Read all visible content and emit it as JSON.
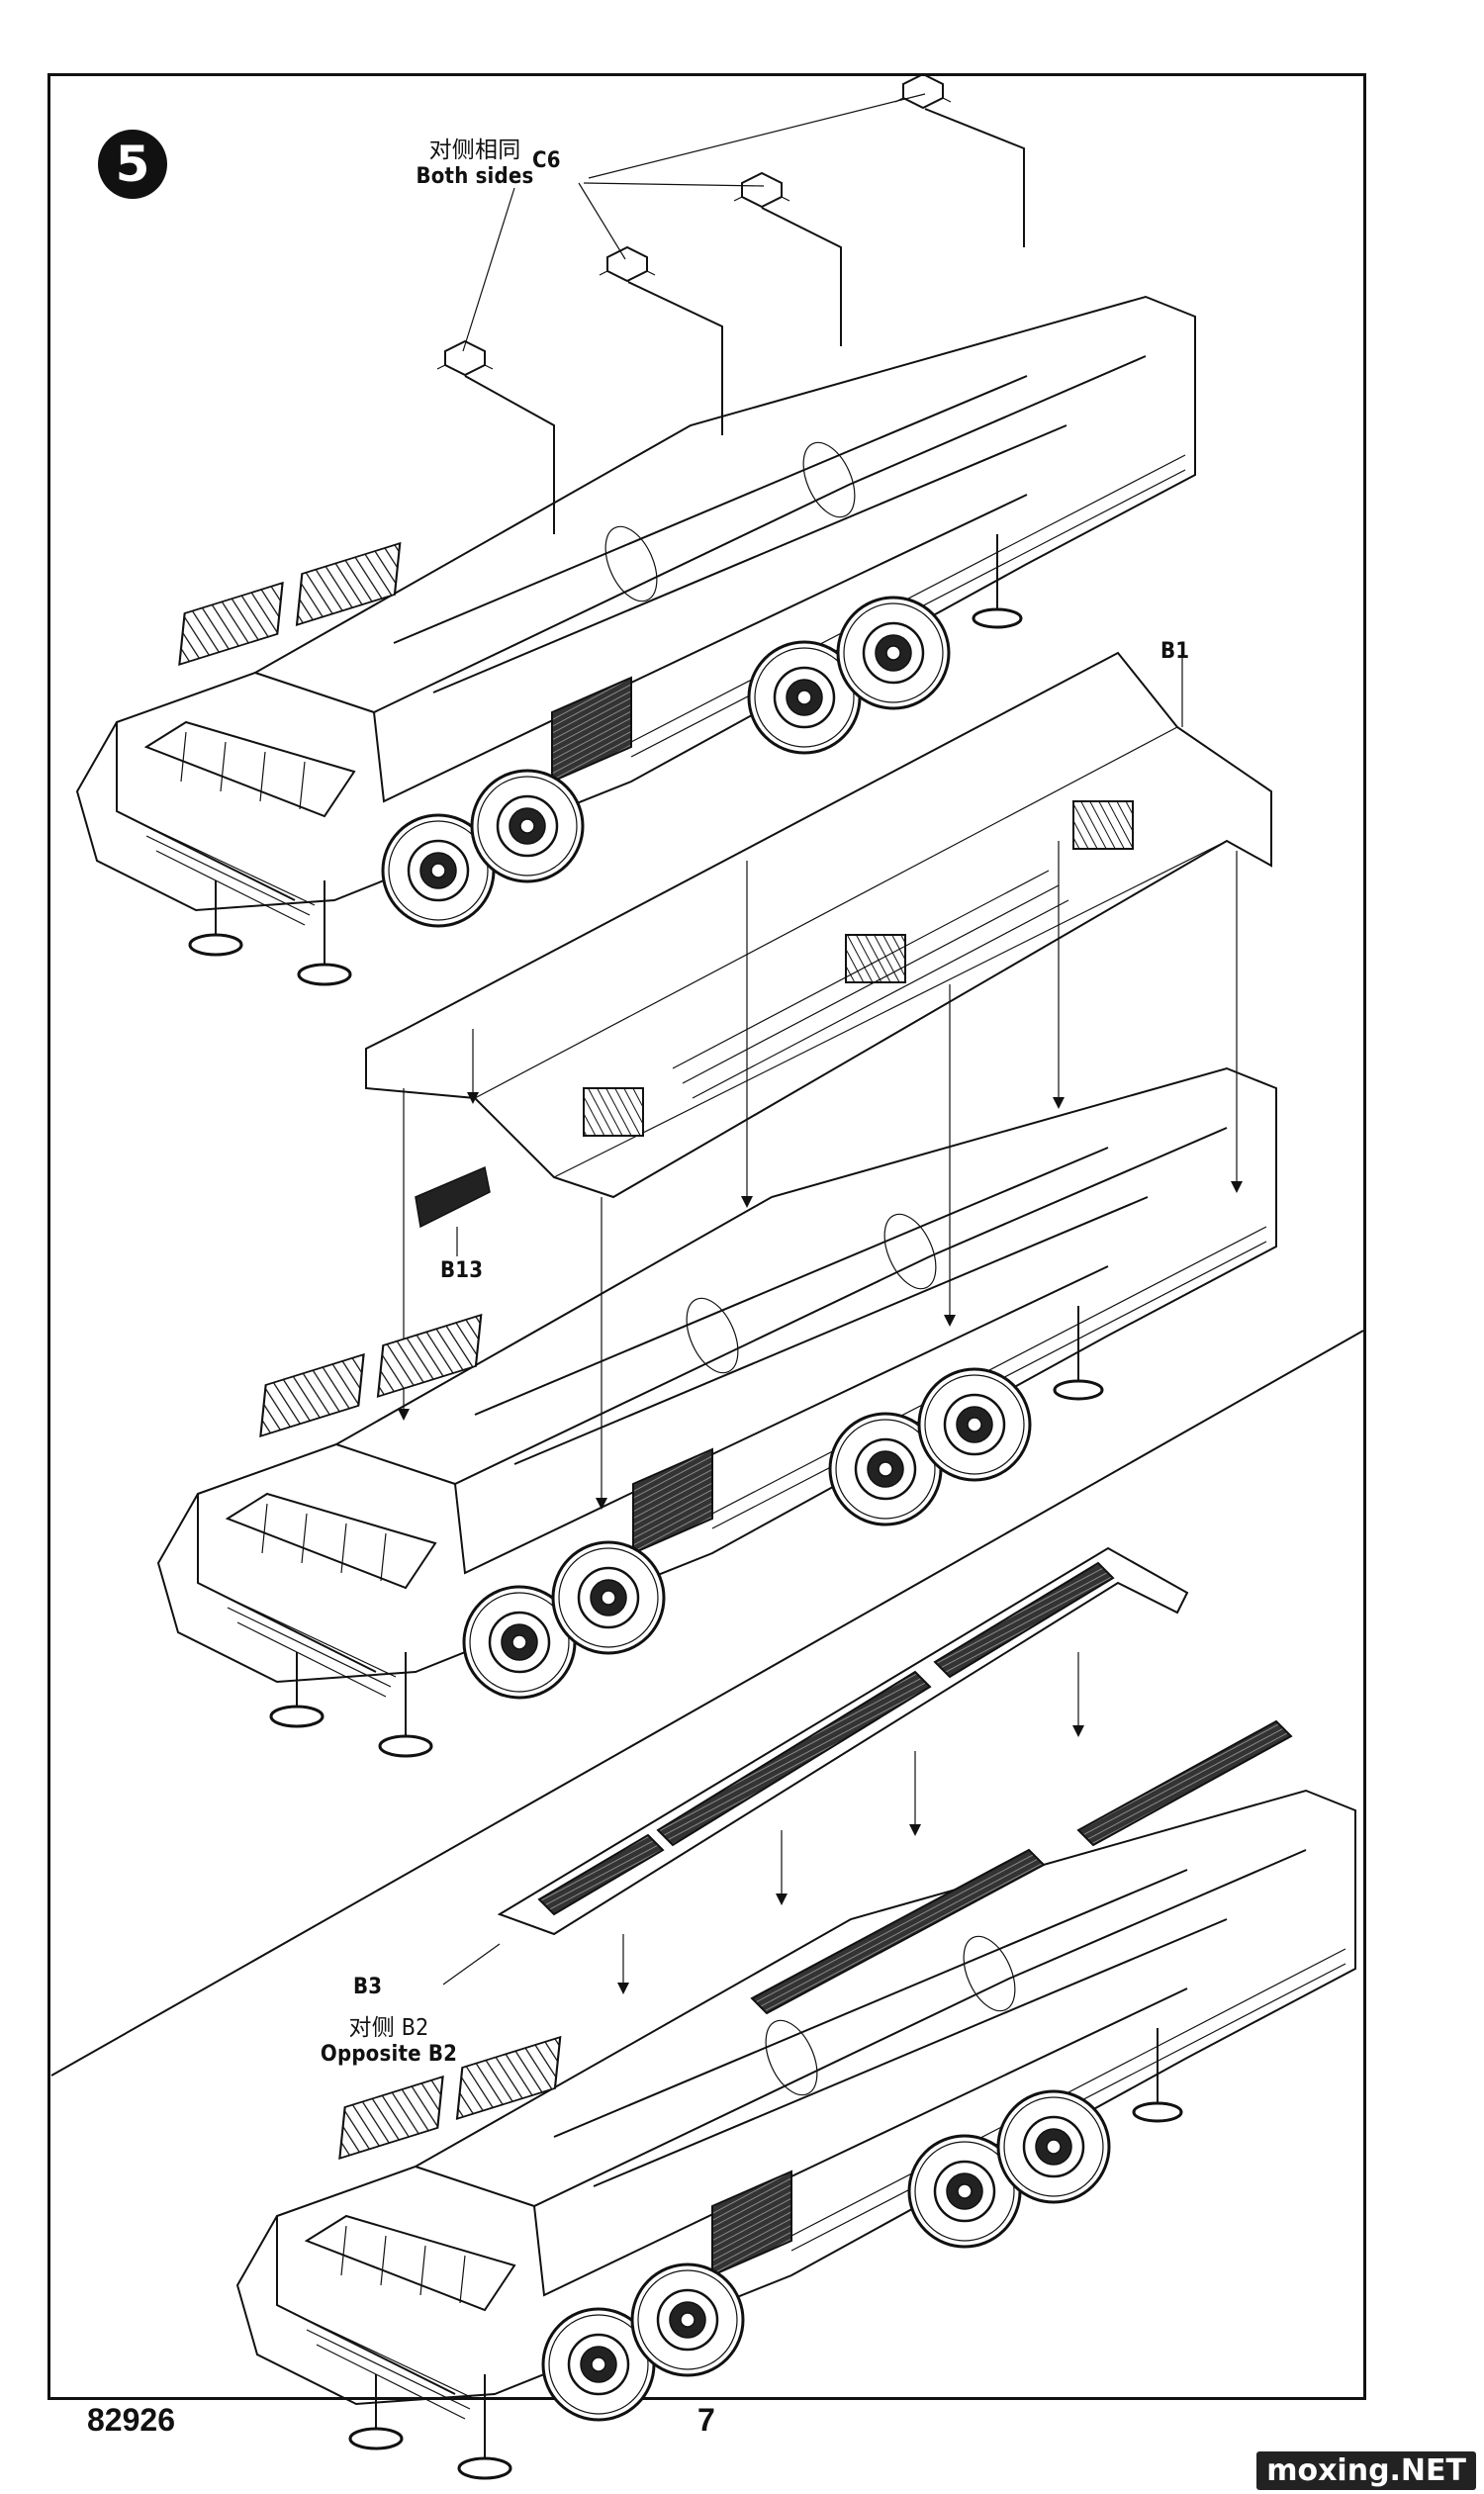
{
  "step": {
    "number": "5"
  },
  "callouts": {
    "c6": {
      "cn": "对侧相同",
      "en": "Both sides",
      "part": "C6"
    },
    "b1": {
      "part": "B1"
    },
    "b13": {
      "part": "B13"
    },
    "b3": {
      "part": "B3",
      "cn": "对侧 B2",
      "en": "Opposite B2"
    }
  },
  "footer": {
    "code": "82926",
    "page": "7"
  },
  "watermark": "moxing.NET",
  "illustration": {
    "subject": "8-wheeled missile transporter vehicle, exploded assembly view",
    "panels": [
      "vehicle with C6 brackets",
      "roof cover B1 and B13 exploded onto vehicle",
      "deck grid B3 / B2 exploded onto vehicle"
    ]
  }
}
